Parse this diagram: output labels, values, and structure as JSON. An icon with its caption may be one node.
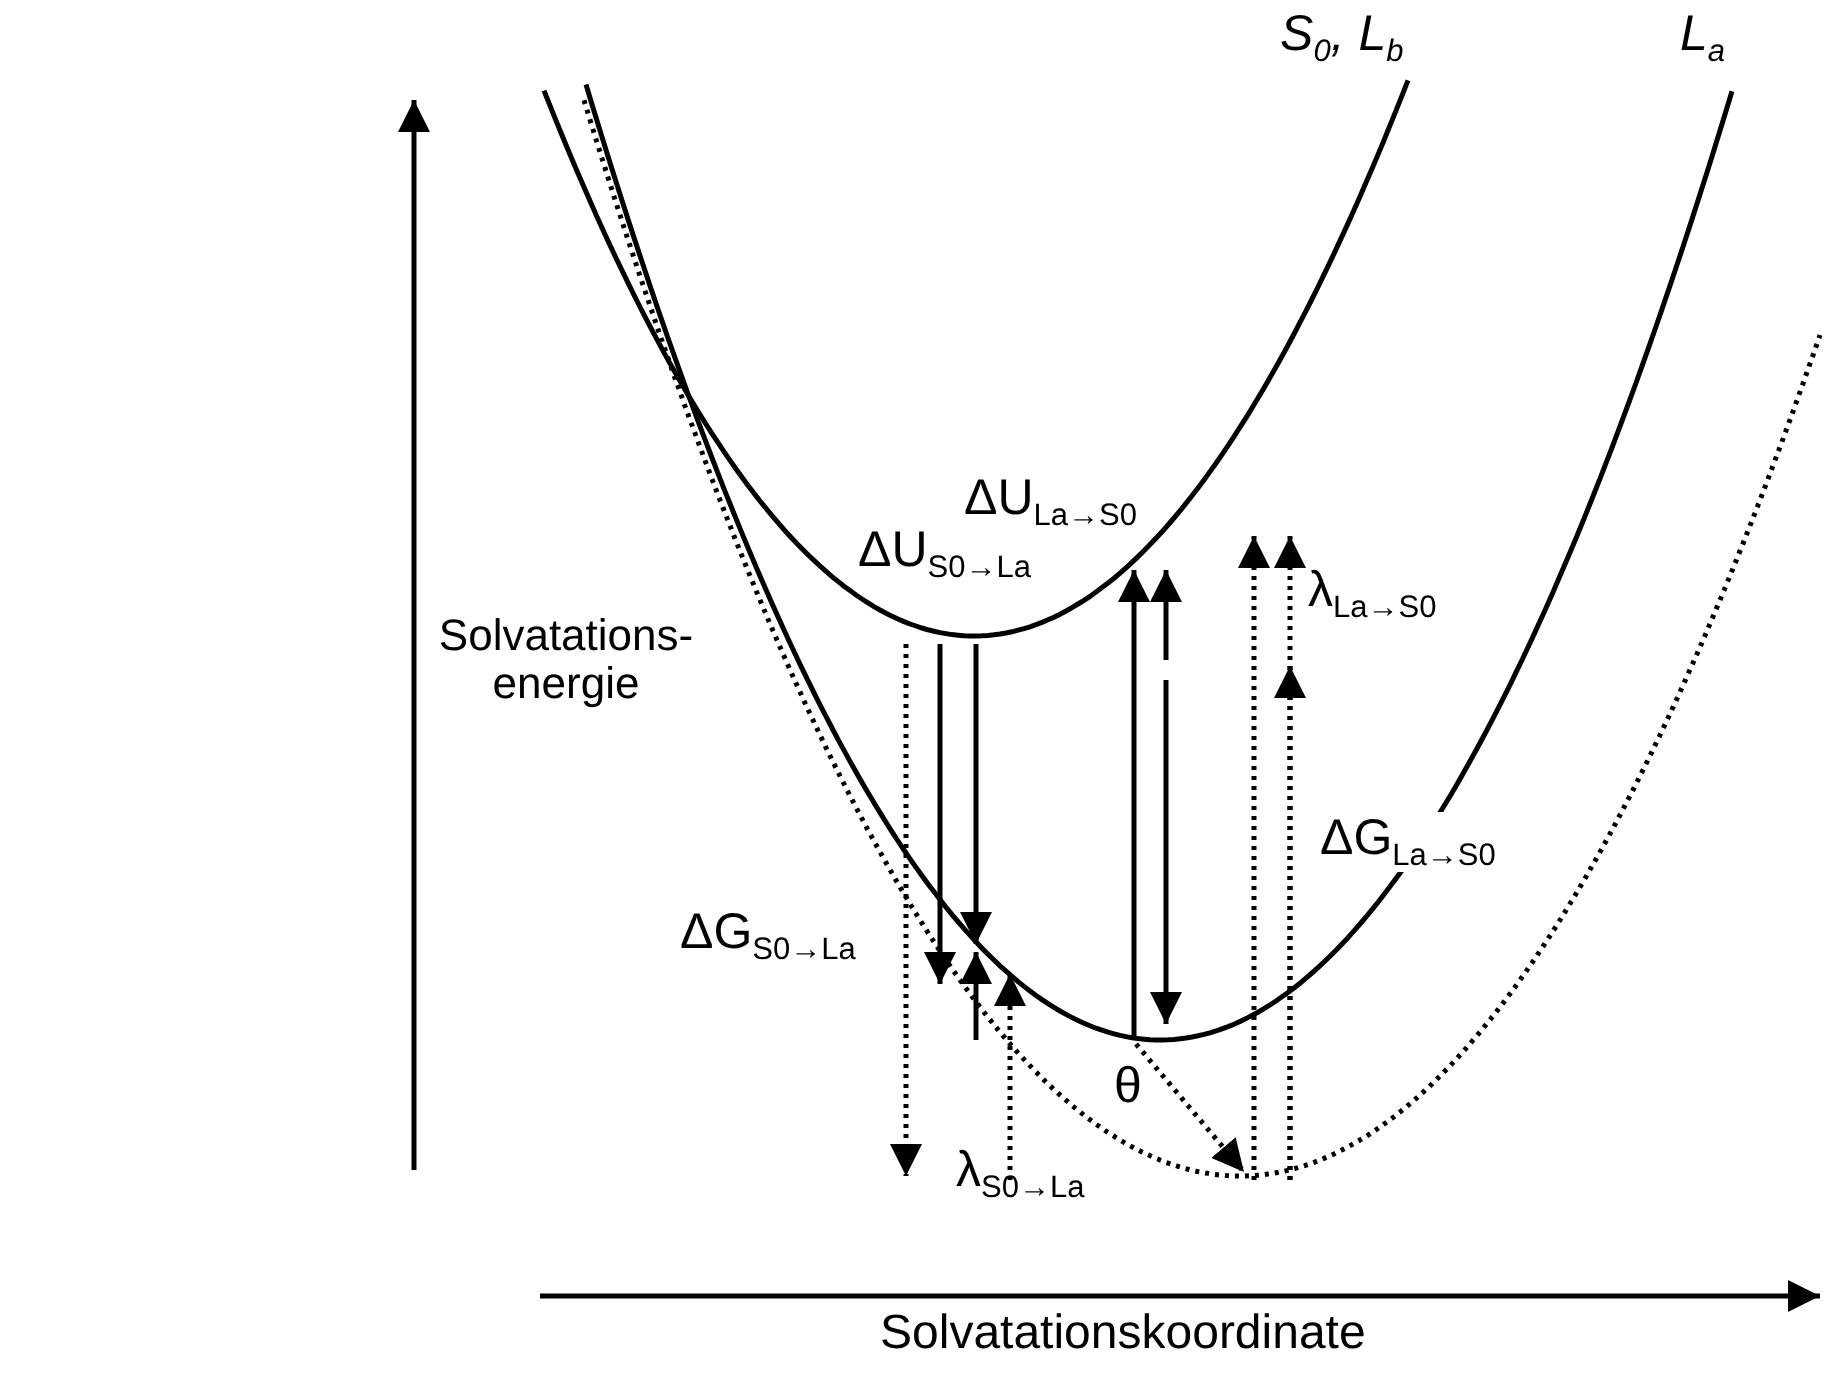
{
  "diagram": {
    "labels": [
      "S$_{0}$, L$_{b}$",
      "L$_{a}$",
      "ΔU$_{La→S0}$",
      "ΔU$_{S0→La}$",
      "λ$_{La→S0}$",
      "Solvatations-energie",
      "ΔG$_{La→S0}$",
      "ΔG$_{S0→La}$",
      "θ",
      "λ$_{S0→La}$",
      "Solvatationskoordinate"
    ]
  }
}
